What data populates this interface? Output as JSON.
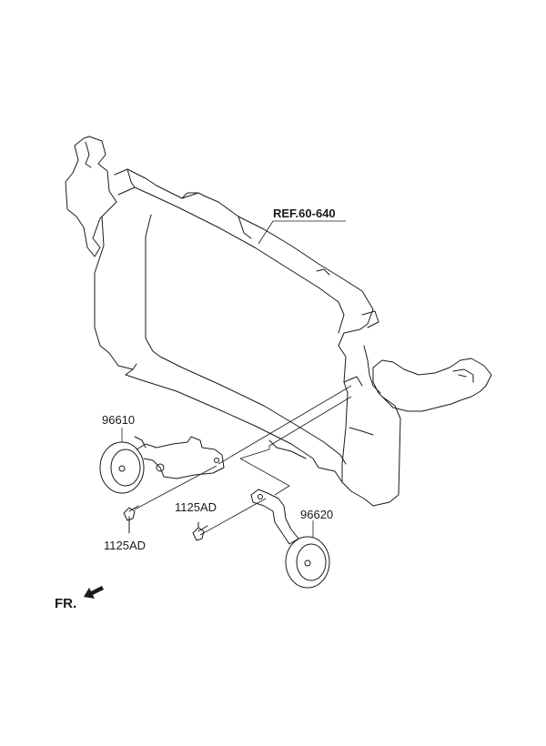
{
  "diagram": {
    "labels": {
      "ref": "REF.60-640",
      "horn_left": "96610",
      "horn_right": "96620",
      "bolt_left": "1125AD",
      "bolt_right": "1125AD",
      "front": "FR."
    }
  }
}
